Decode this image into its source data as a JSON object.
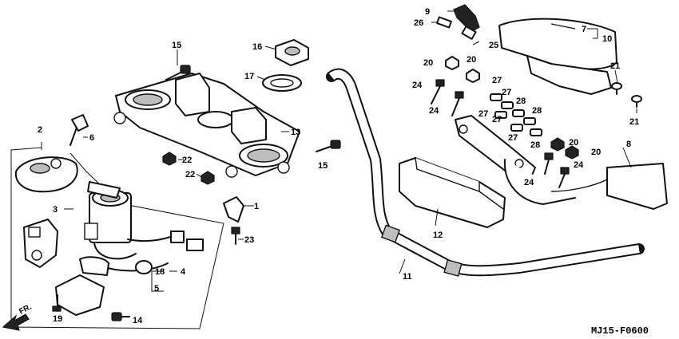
{
  "diagram_code": "MJ15-F0600",
  "direction_label": "FR.",
  "callouts": {
    "c1": "1",
    "c2": "2",
    "c3": "3",
    "c4": "4",
    "c5": "5",
    "c6": "6",
    "c7": "7",
    "c8": "8",
    "c9": "9",
    "c10": "10",
    "c11": "11",
    "c12": "12",
    "c13": "13",
    "c14": "14",
    "c15a": "15",
    "c15b": "15",
    "c16": "16",
    "c17": "17",
    "c18": "18",
    "c19": "19",
    "c20a": "20",
    "c20b": "20",
    "c20c": "20",
    "c20d": "20",
    "c21a": "21",
    "c21b": "21",
    "c22a": "22",
    "c22b": "22",
    "c23": "23",
    "c24a": "24",
    "c24b": "24",
    "c24c": "24",
    "c24d": "24",
    "c25": "25",
    "c26": "26",
    "c27a": "27",
    "c27b": "27",
    "c27c": "27",
    "c27d": "27",
    "c27e": "27",
    "c28a": "28",
    "c28b": "28",
    "c28c": "28"
  }
}
